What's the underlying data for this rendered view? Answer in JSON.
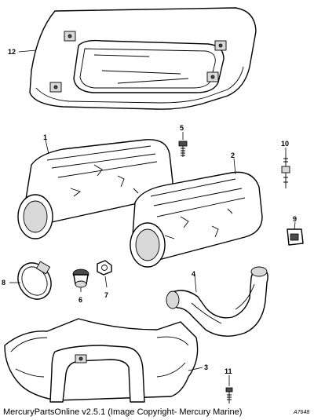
{
  "callouts": [
    "1",
    "2",
    "3",
    "4",
    "5",
    "6",
    "7",
    "8",
    "9",
    "10",
    "11",
    "12"
  ],
  "footer": "MercuryPartsOnline v2.5.1 (Image Copyright- Mercury Marine)",
  "figure_id": "A7648"
}
